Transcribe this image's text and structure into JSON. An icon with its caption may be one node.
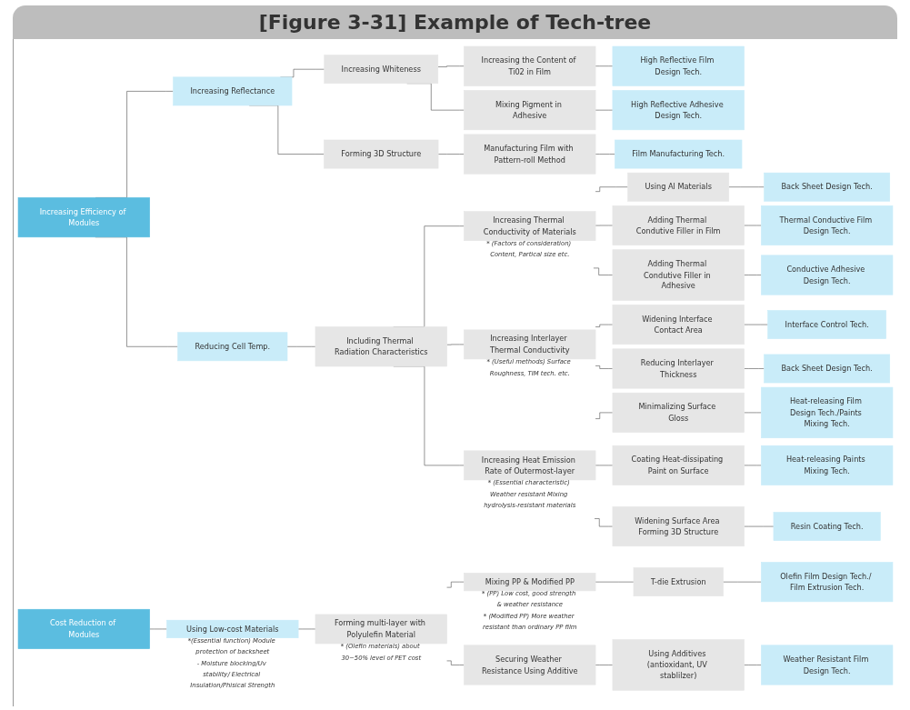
{
  "diagram": {
    "title": "[Figure 3-31] Example of Tech-tree",
    "nodes": [
      {
        "text": [
          "Increasing Efficiency of Modules"
        ]
      },
      {
        "text": [
          "Increasing Reflectance"
        ]
      },
      {
        "text": [
          "Increasing Whiteness"
        ]
      },
      {
        "text": [
          "Increasing the Content of Ti02 in Film"
        ]
      },
      {
        "text": [
          "High Reflective Film Design Tech."
        ]
      },
      {
        "text": [
          "Mixing Pigment in Adhesive"
        ]
      },
      {
        "text": [
          "High Reflective Adhesive Design Tech."
        ]
      },
      {
        "text": [
          "Forming 3D Structure"
        ]
      },
      {
        "text": [
          "Manufacturing Film with Pattern-roll Method"
        ]
      },
      {
        "text": [
          "Film Manufacturing Tech."
        ]
      },
      {
        "text": [
          "Reducing Cell Temp."
        ]
      },
      {
        "text": [
          "Including Thermal Radiation Characteristics"
        ]
      },
      {
        "text": [
          "Increasing Thermal Conductivity of Materials"
        ],
        "beside": [
          "* (Factors of consideration) Content, Partical size etc."
        ]
      },
      {
        "text": [
          "Using Al Materials"
        ]
      },
      {
        "text": [
          "Back Sheet Design Tech."
        ]
      },
      {
        "text": [
          "Adding Thermal Condutive Filler in Film"
        ]
      },
      {
        "text": [
          "Thermal Conductive Film Design Tech."
        ]
      },
      {
        "text": [
          "Adding Thermal Condutive Filler in Adhesive"
        ]
      },
      {
        "text": [
          "Conductive Adhesive Design Tech."
        ]
      },
      {
        "text": [
          "Increasing Interlayer Thermal Conductivity"
        ],
        "beside": [
          "* (Useful methods) Surface Roughness, TIM tech. etc."
        ]
      },
      {
        "text": [
          "Widening Interface Contact Area"
        ]
      },
      {
        "text": [
          "Interface Control Tech."
        ]
      },
      {
        "text": [
          "Reducing Interlayer Thickness"
        ]
      },
      {
        "text": [
          "Back Sheet Design Tech."
        ]
      },
      {
        "text": [
          "Increasing Heat Emission Rate of Outermost-layer"
        ],
        "beside": [
          "* (Essential characteristic) Weather resistant Mixing hydrolysis-resistant materials"
        ]
      },
      {
        "text": [
          "Minimalizing Surface Gloss"
        ]
      },
      {
        "text": [
          "Heat-releasing Film Design Tech./Paints Mixing Tech."
        ]
      },
      {
        "text": [
          "Coating Heat-dissipating Paint on Surface"
        ]
      },
      {
        "text": [
          "Heat-releasing Paints Mixing Tech."
        ]
      },
      {
        "text": [
          "Widening Surface Area Forming 3D Structure"
        ]
      },
      {
        "text": [
          "Resin Coating Tech."
        ]
      },
      {
        "text": [
          "Cost Reduction of Modules"
        ]
      },
      {
        "text": [
          "Using Low-cost Materials"
        ],
        "beside": [
          "*(Essential function) Module protection of backsheet",
          "- Moisture blocking/Uv stability/ Electrical Insulation/Phisical Strength"
        ]
      },
      {
        "text": [
          "Forming multi-layer with Polyulefin Material"
        ],
        "beside": [
          "* (Olefin materials) about 30~50% level of PET cost"
        ]
      },
      {
        "text": [
          "Mixing PP & Modified PP"
        ],
        "beside": [
          "* (PP) Low cost, good strength & weather resistance",
          "* (Modified PP) More weather resistant than ordinary PP film"
        ]
      },
      {
        "text": [
          "T-die Extrusion"
        ]
      },
      {
        "text": [
          "Olefin Film Design Tech./ Film Extrusion Tech."
        ]
      },
      {
        "text": [
          "Securing Weather Resistance Using Additive"
        ]
      },
      {
        "text": [
          "Using Additives (antioxidant, UV stablilzer)"
        ]
      },
      {
        "text": [
          "Weather Resistant Film Design Tech."
        ]
      }
    ],
    "edges": [
      {
        "from": 0,
        "to": 1,
        "arrow": "none"
      },
      {
        "from": 1,
        "to": 2,
        "arrow": "none"
      },
      {
        "from": 2,
        "to": 3,
        "arrow": "none"
      },
      {
        "from": 3,
        "to": 4,
        "arrow": "none"
      },
      {
        "from": 2,
        "to": 5,
        "arrow": "none"
      },
      {
        "from": 5,
        "to": 6,
        "arrow": "none"
      },
      {
        "from": 1,
        "to": 7,
        "arrow": "none"
      },
      {
        "from": 7,
        "to": 8,
        "arrow": "none"
      },
      {
        "from": 8,
        "to": 9,
        "arrow": "none"
      },
      {
        "from": 0,
        "to": 10,
        "arrow": "none"
      },
      {
        "from": 10,
        "to": 11,
        "arrow": "none"
      },
      {
        "from": 11,
        "to": 12,
        "arrow": "none"
      },
      {
        "from": 12,
        "to": 13,
        "arrow": "none"
      },
      {
        "from": 13,
        "to": 14,
        "arrow": "none"
      },
      {
        "from": 12,
        "to": 15,
        "arrow": "none"
      },
      {
        "from": 15,
        "to": 16,
        "arrow": "none"
      },
      {
        "from": 12,
        "to": 17,
        "arrow": "none"
      },
      {
        "from": 17,
        "to": 18,
        "arrow": "none"
      },
      {
        "from": 11,
        "to": 19,
        "arrow": "none"
      },
      {
        "from": 19,
        "to": 20,
        "arrow": "none"
      },
      {
        "from": 20,
        "to": 21,
        "arrow": "none"
      },
      {
        "from": 19,
        "to": 22,
        "arrow": "none"
      },
      {
        "from": 22,
        "to": 23,
        "arrow": "none"
      },
      {
        "from": 11,
        "to": 24,
        "arrow": "none"
      },
      {
        "from": 24,
        "to": 25,
        "arrow": "none"
      },
      {
        "from": 25,
        "to": 26,
        "arrow": "none"
      },
      {
        "from": 24,
        "to": 27,
        "arrow": "none"
      },
      {
        "from": 27,
        "to": 28,
        "arrow": "none"
      },
      {
        "from": 24,
        "to": 29,
        "arrow": "none"
      },
      {
        "from": 29,
        "to": 30,
        "arrow": "none"
      },
      {
        "from": 31,
        "to": 32,
        "arrow": "none"
      },
      {
        "from": 32,
        "to": 33,
        "arrow": "none"
      },
      {
        "from": 33,
        "to": 34,
        "arrow": "none"
      },
      {
        "from": 34,
        "to": 35,
        "arrow": "none"
      },
      {
        "from": 35,
        "to": 36,
        "arrow": "none"
      },
      {
        "from": 33,
        "to": 37,
        "arrow": "none"
      },
      {
        "from": 37,
        "to": 38,
        "arrow": "none"
      },
      {
        "from": 38,
        "to": 39,
        "arrow": "none"
      }
    ]
  }
}
